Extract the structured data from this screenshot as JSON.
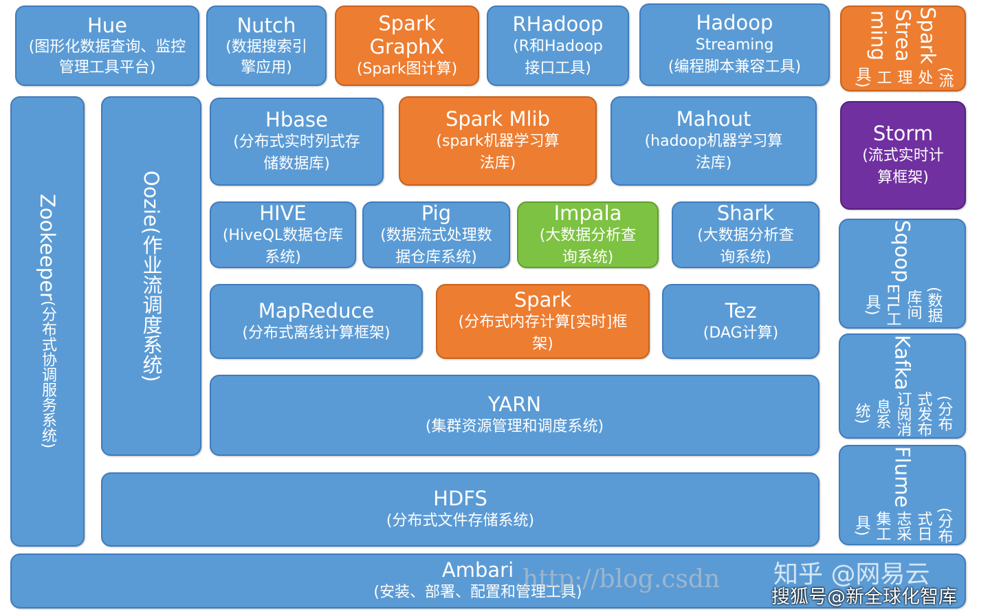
{
  "colors": {
    "blue": "#5b9bd5",
    "orange": "#ed7d31",
    "purple": "#7030a0",
    "green": "#7dc242"
  },
  "boxes": {
    "hue": {
      "title": "Hue",
      "sub": "(图形化数据查询、监控管理工具平台)"
    },
    "nutch": {
      "title": "Nutch",
      "sub": "(数据搜索引擎应用)"
    },
    "graphx": {
      "title": "Spark GraphX",
      "sub": "(Spark图计算)"
    },
    "rhadoop": {
      "title": "RHadoop",
      "sub": "(R和Hadoop接口工具)"
    },
    "streaming": {
      "title": "Hadoop",
      "title2": "Streaming",
      "sub": "(编程脚本兼容工具)"
    },
    "sparkstreaming": {
      "title": "Spark Strea ming",
      "sub": "(流处理工具)"
    },
    "zookeeper": {
      "title": "Zookeeper",
      "sub": "(分布式协调服务系统)"
    },
    "oozie": {
      "title": "Oozie",
      "sub": "(作业流调度系统)"
    },
    "hbase": {
      "title": "Hbase",
      "sub": "(分布式实时列式存储数据库)"
    },
    "mlib": {
      "title": "Spark Mlib",
      "sub": "(spark机器学习算法库)"
    },
    "mahout": {
      "title": "Mahout",
      "sub": "(hadoop机器学习算法库)"
    },
    "storm": {
      "title": "Storm",
      "sub": "(流式实时计算框架)"
    },
    "hive": {
      "title": "HIVE",
      "sub": "(HiveQL数据仓库系统)"
    },
    "pig": {
      "title": "Pig",
      "sub": "(数据流式处理数据仓库系统)"
    },
    "impala": {
      "title": "Impala",
      "sub": "(大数据分析查询系统)"
    },
    "shark": {
      "title": "Shark",
      "sub": "(大数据分析查询系统)"
    },
    "sqoop": {
      "title": "Sqoop",
      "sub": "(数据库间ETL工具)"
    },
    "mapreduce": {
      "title": "MapReduce",
      "sub": "(分布式离线计算框架)"
    },
    "spark": {
      "title": "Spark",
      "sub": "(分布式内存计算[实时]框架)"
    },
    "tez": {
      "title": "Tez",
      "sub": "(DAG计算)"
    },
    "kafka": {
      "title": "Kafka",
      "sub": "(分布式发布订阅消息系统)"
    },
    "yarn": {
      "title": "YARN",
      "sub": "(集群资源管理和调度系统)"
    },
    "flume": {
      "title": "Flume",
      "sub": "(分布式日志采集工具)"
    },
    "hdfs": {
      "title": "HDFS",
      "sub": "(分布式文件存储系统)"
    },
    "ambari": {
      "title": "Ambari",
      "sub": "(安装、部署、配置和管理工具)"
    }
  },
  "watermarks": {
    "csdn": "http://blog.csdn",
    "zhihu": "知乎 @网易云",
    "sohu": "搜狐号@新全球化智库"
  }
}
